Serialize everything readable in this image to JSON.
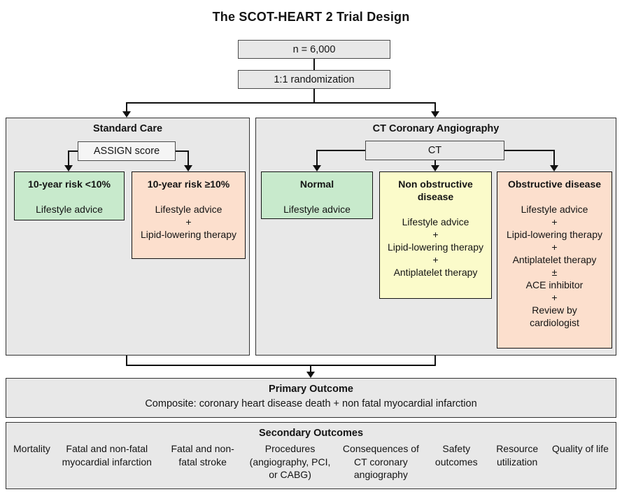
{
  "title": "The SCOT-HEART 2 Trial Design",
  "flow": {
    "n_box": "n = 6,000",
    "randomization_box": "1:1 randomization"
  },
  "standard_care": {
    "header": "Standard Care",
    "decision_box": "ASSIGN score",
    "branches": [
      {
        "title": "10-year risk <10%",
        "lines": [
          "Lifestyle advice"
        ]
      },
      {
        "title": "10-year risk ≥10%",
        "lines": [
          "Lifestyle advice",
          "+",
          "Lipid-lowering therapy"
        ]
      }
    ]
  },
  "ct_angiography": {
    "header": "CT Coronary Angiography",
    "decision_box": "CT",
    "branches": [
      {
        "title": "Normal",
        "lines": [
          "Lifestyle advice"
        ]
      },
      {
        "title": "Non obstructive disease",
        "lines": [
          "Lifestyle advice",
          "+",
          "Lipid-lowering therapy",
          "+",
          "Antiplatelet therapy"
        ]
      },
      {
        "title": "Obstructive disease",
        "lines": [
          "Lifestyle advice",
          "+",
          "Lipid-lowering therapy",
          "+",
          "Antiplatelet therapy",
          "±",
          "ACE inhibitor",
          "+",
          "Review by cardiologist"
        ]
      }
    ]
  },
  "primary_outcome": {
    "header": "Primary Outcome",
    "text": "Composite: coronary heart disease death + non fatal myocardial infarction"
  },
  "secondary_outcomes": {
    "header": "Secondary Outcomes",
    "items": [
      "Mortality",
      "Fatal and non-fatal myocardial infarction",
      "Fatal and non-fatal stroke",
      "Procedures (angiography, PCI, or CABG)",
      "Consequences of CT coronary angiography",
      "Safety outcomes",
      "Resource utilization",
      "Quality of life"
    ]
  },
  "colors": {
    "panel_gray": "#e8e8e8",
    "green": "#c8eacc",
    "yellow": "#fbfbca",
    "peach": "#fcdfcd"
  }
}
